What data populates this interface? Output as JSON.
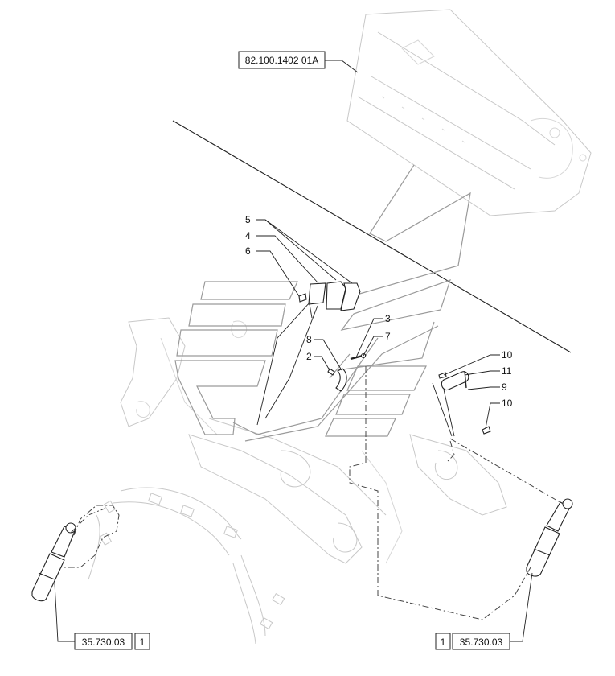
{
  "references": {
    "top": "82.100.1402 01A",
    "left_code": "35.730.03",
    "left_index": "1",
    "right_code": "35.730.03",
    "right_index": "1"
  },
  "callouts": {
    "c1": "5",
    "c2": "4",
    "c3": "6",
    "c4": "3",
    "c5": "8",
    "c6": "7",
    "c7": "2",
    "c8": "10",
    "c9": "11",
    "c10": "9",
    "c11": "10"
  }
}
